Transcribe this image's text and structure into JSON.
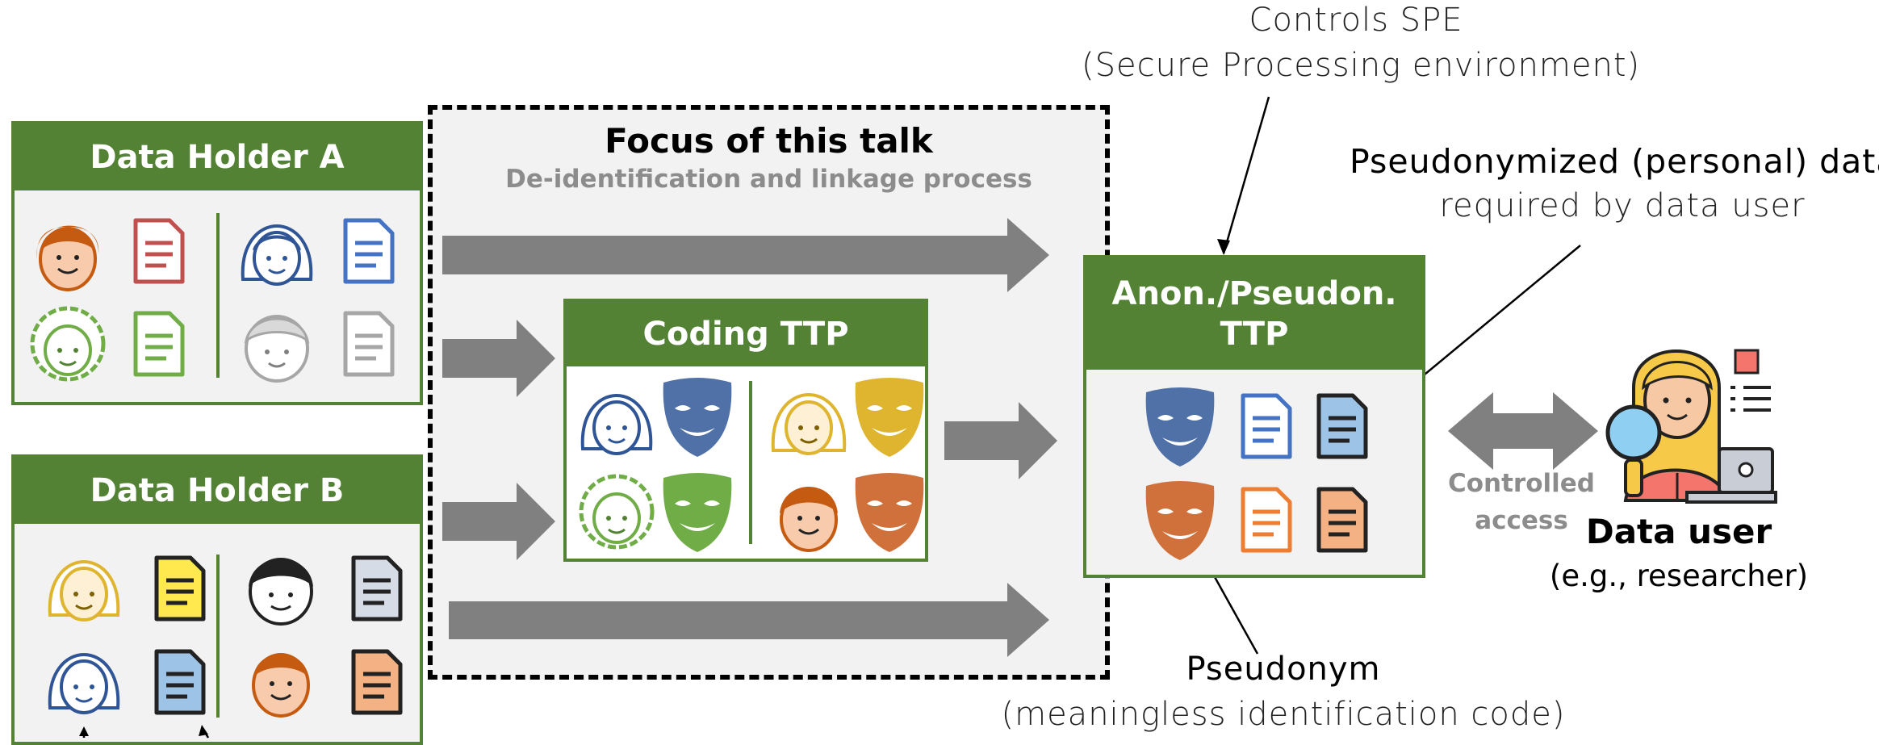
{
  "focus": {
    "title": "Focus of this talk",
    "subtitle": "De-identification and linkage process"
  },
  "data_holder_a": {
    "title": "Data Holder A"
  },
  "data_holder_b": {
    "title": "Data Holder B"
  },
  "coding_ttp": {
    "title": "Coding TTP"
  },
  "anon_ttp": {
    "title_line1": "Anon./Pseudon.",
    "title_line2": "TTP"
  },
  "annotations": {
    "controls_spe": "Controls SPE",
    "secure_env": "(Secure Processing environment)",
    "pseudonymized_data": "Pseudonymized (personal) data",
    "required_by": "required  by data user",
    "pseudonym": "Pseudonym",
    "pseudonym_desc": "(meaningless identification code)"
  },
  "access": {
    "line1": "Controlled",
    "line2": "access"
  },
  "data_user": {
    "title": "Data user",
    "subtitle": "(e.g., researcher)"
  },
  "colors": {
    "green_header": "#548235",
    "box_bg": "#f2f2f2",
    "arrow_gray": "#808080",
    "orange": "#c55a11",
    "blue": "#2f5597",
    "green": "#70ad47",
    "yellow": "#dfb42f",
    "slate_mask": "#4f71a8"
  },
  "icons": [
    "person-icon",
    "document-icon",
    "mask-icon",
    "researcher-icon",
    "magnifier-icon",
    "laptop-icon"
  ]
}
